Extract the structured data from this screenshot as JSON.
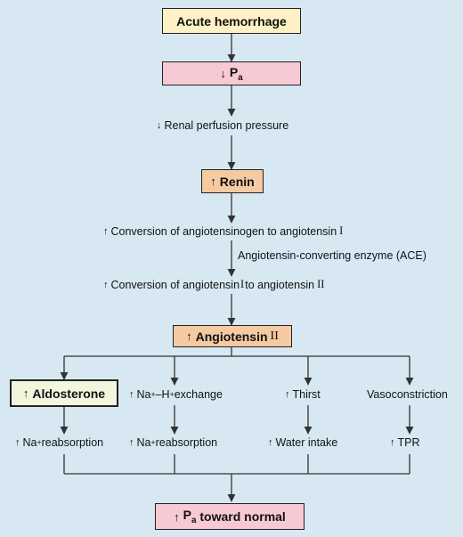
{
  "colors": {
    "background": "#d7e8f3",
    "yellow_box": "#fdf1c5",
    "pink_box": "#f6c9d5",
    "orange_box": "#f5c9a1",
    "green_box": "#f1f7dd",
    "line": "#333333"
  },
  "up_arrow": "↑",
  "down_arrow": "↓",
  "nodes": {
    "acute_hemorrhage": "Acute hemorrhage",
    "pa_main": "P",
    "pa_sub": "a",
    "renal_perfusion": "Renal perfusion pressure",
    "renin": "Renin",
    "conversion1": "Conversion of angiotensinogen to angiotensin ",
    "roman_one": "I",
    "ace": "Angiotensin-converting enzyme (ACE)",
    "conversion2_a": "Conversion of angiotensin ",
    "conversion2_b": " to angiotensin ",
    "roman_two": "II",
    "angiotensin_word": "Angiotensin ",
    "aldosterone": "Aldosterone",
    "exchange_na": "Na",
    "exchange_plus": "+",
    "exchange_mid": "–H",
    "exchange_tail": " exchange",
    "thirst": "Thirst",
    "vasoconstriction": "Vasoconstriction",
    "na_reabsorption_na": "Na",
    "na_reabsorption_tail": " reabsorption",
    "water_intake": "Water intake",
    "tpr": "TPR",
    "pa_normal_tail": " toward normal"
  }
}
